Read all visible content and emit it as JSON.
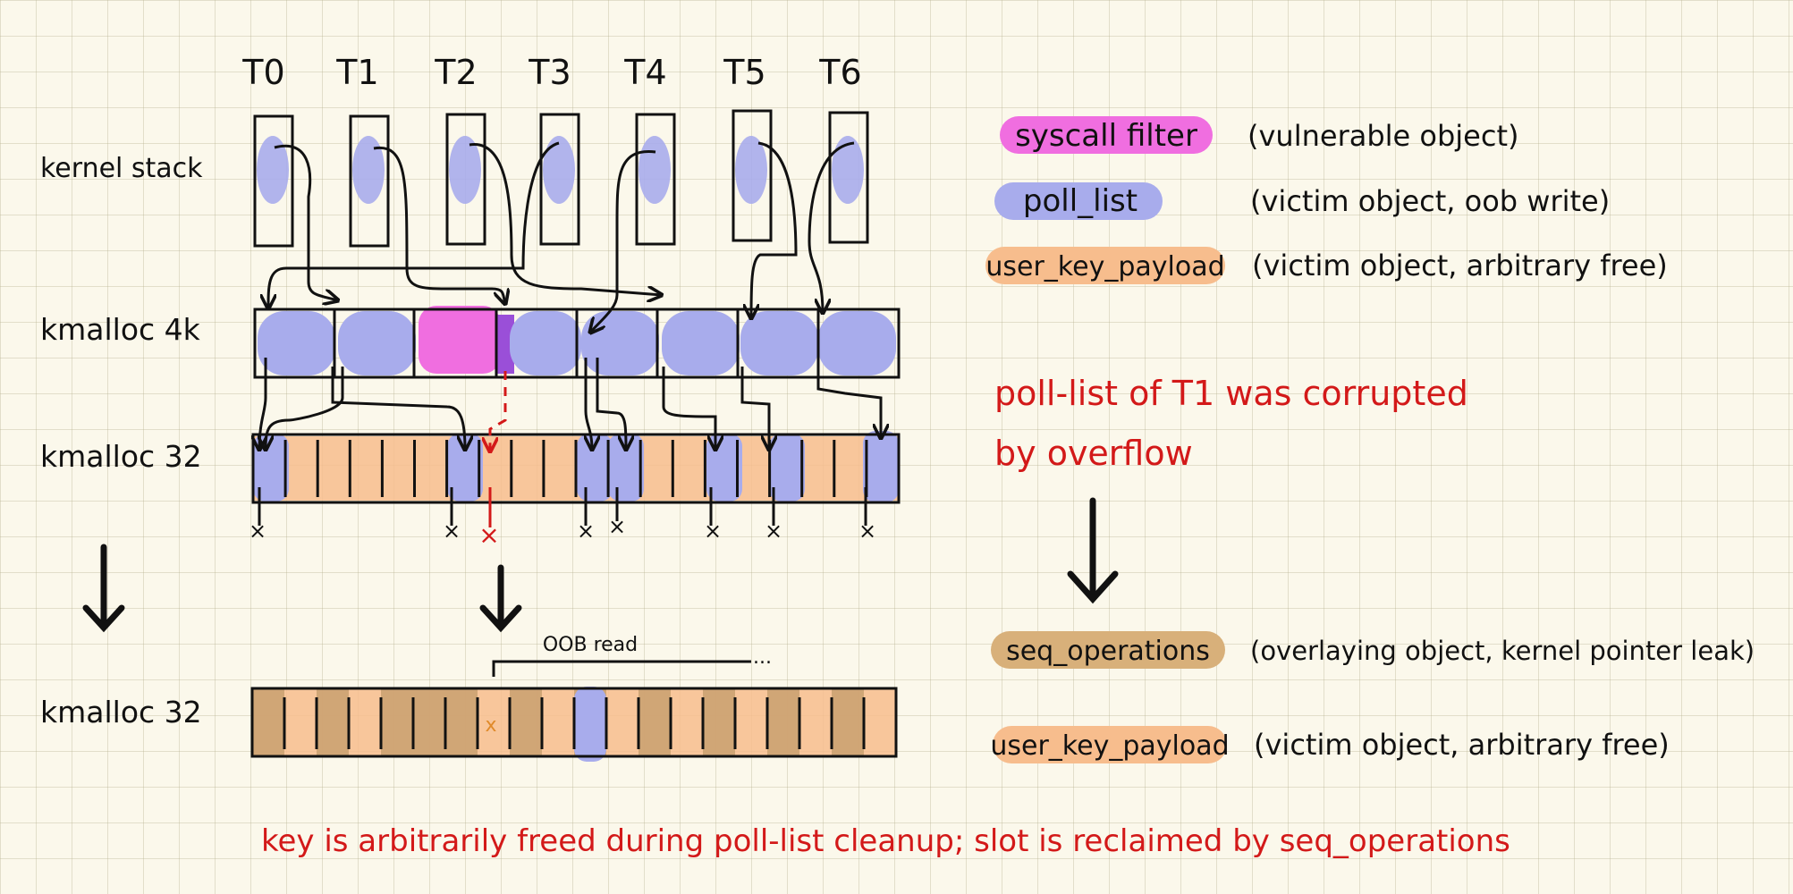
{
  "threads": [
    "T0",
    "T1",
    "T2",
    "T3",
    "T4",
    "T5",
    "T6"
  ],
  "rows": {
    "kernel_stack": "kernel stack",
    "kmalloc_4k": "kmalloc 4k",
    "kmalloc_32_top": "kmalloc 32",
    "kmalloc_32_bottom": "kmalloc 32"
  },
  "legend_top": [
    {
      "name": "syscall filter",
      "desc": "(vulnerable object)",
      "color": "#f06ee0"
    },
    {
      "name": "poll_list",
      "desc": "(victim object, oob write)",
      "color": "#a8acec"
    },
    {
      "name": "user_key_payload",
      "desc": "(victim object, arbitrary free)",
      "color": "#f7bd8d"
    }
  ],
  "legend_bottom": [
    {
      "name": "seq_operations",
      "desc": "(overlaying object, kernel pointer leak)",
      "color": "#d8b07a"
    },
    {
      "name": "user_key_payload",
      "desc": "(victim object, arbitrary free)",
      "color": "#f7bd8d"
    }
  ],
  "notes": {
    "corrupted_line1": "poll-list of T1 was corrupted",
    "corrupted_line2": "by overflow",
    "oob_read": "OOB read",
    "oob_dots": "...",
    "bottom_caption": "key is arbitrarily freed during poll-list cleanup; slot is reclaimed by seq_operations"
  },
  "colors": {
    "accent_red": "#d31919",
    "poll_list": "#a8acec",
    "syscall_filter": "#f06ee0",
    "user_key_payload": "#f7bd8d",
    "seq_operations": "#c9a070",
    "ink": "#111111"
  }
}
